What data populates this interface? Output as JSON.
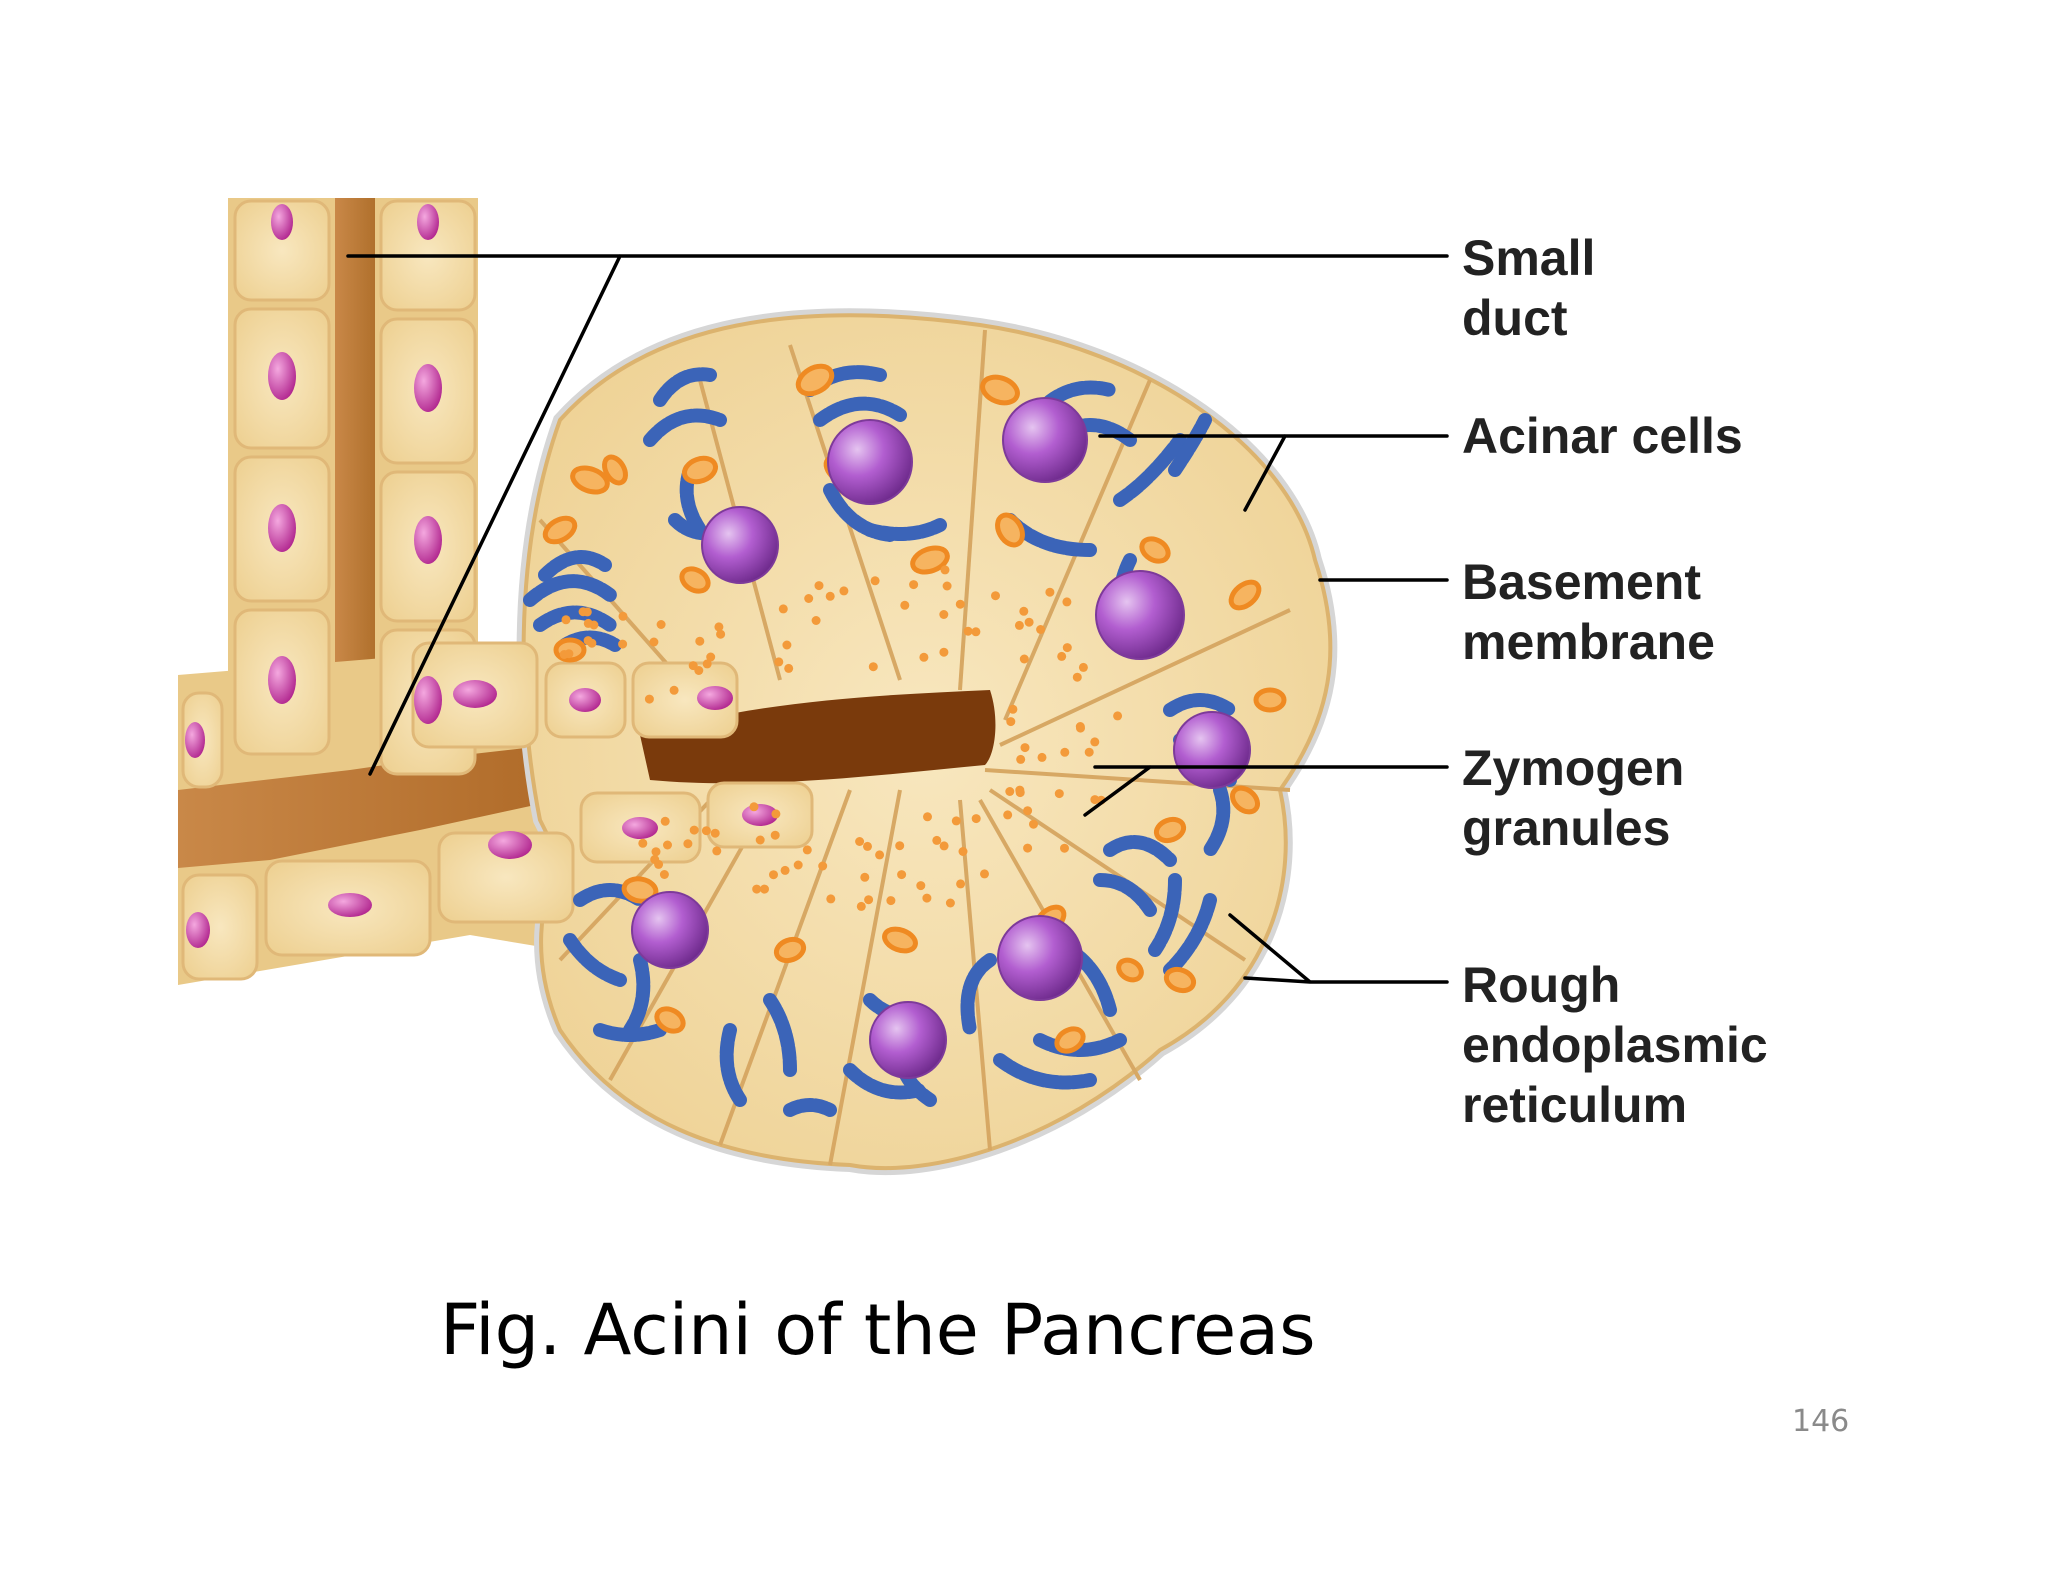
{
  "labels": {
    "small_duct": [
      "Small",
      "duct"
    ],
    "acinar_cells": [
      "Acinar cells"
    ],
    "basement_membrane": [
      "Basement",
      "membrane"
    ],
    "zymogen_granules": [
      "Zymogen",
      "granules"
    ],
    "rough_er": [
      "Rough",
      "endoplasmic",
      "reticulum"
    ]
  },
  "caption": "Fig. Acini of the Pancreas",
  "page_number": "146",
  "colors": {
    "cytoplasm": "#f3d9a4",
    "cell_outline": "#e0b878",
    "lumen": "#9a5416",
    "nucleus": "#a54cc4",
    "duct_nucleus": "#cc44a8",
    "rough_er": "#3b64b8",
    "mitochondria": "#ef8a22",
    "membrane": "#d9d9d9",
    "leader_line": "#000000"
  }
}
